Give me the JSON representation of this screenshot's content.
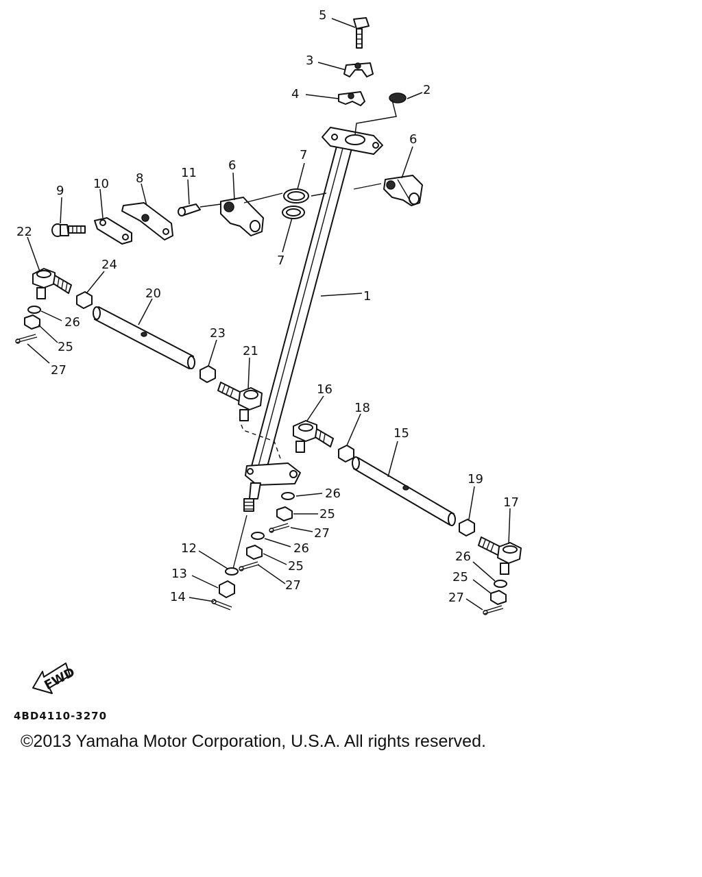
{
  "diagram": {
    "callouts": {
      "p1": "1",
      "p2": "2",
      "p3": "3",
      "p4": "4",
      "p5": "5",
      "p6a": "6",
      "p6b": "6",
      "p7a": "7",
      "p7b": "7",
      "p8": "8",
      "p9": "9",
      "p10": "10",
      "p11": "11",
      "p12": "12",
      "p13": "13",
      "p14": "14",
      "p15": "15",
      "p16": "16",
      "p17": "17",
      "p18": "18",
      "p19": "19",
      "p20": "20",
      "p21": "21",
      "p22": "22",
      "p23": "23",
      "p24": "24",
      "p25a": "25",
      "p25b": "25",
      "p25c": "25",
      "p25d": "25",
      "p26a": "26",
      "p26b": "26",
      "p26c": "26",
      "p26d": "26",
      "p27a": "27",
      "p27b": "27",
      "p27c": "27",
      "p27d": "27"
    },
    "fwd_label": "FWD",
    "drawing_code": "4BD4110-3270",
    "copyright": "©2013 Yamaha Motor Corporation, U.S.A. All rights reserved."
  }
}
